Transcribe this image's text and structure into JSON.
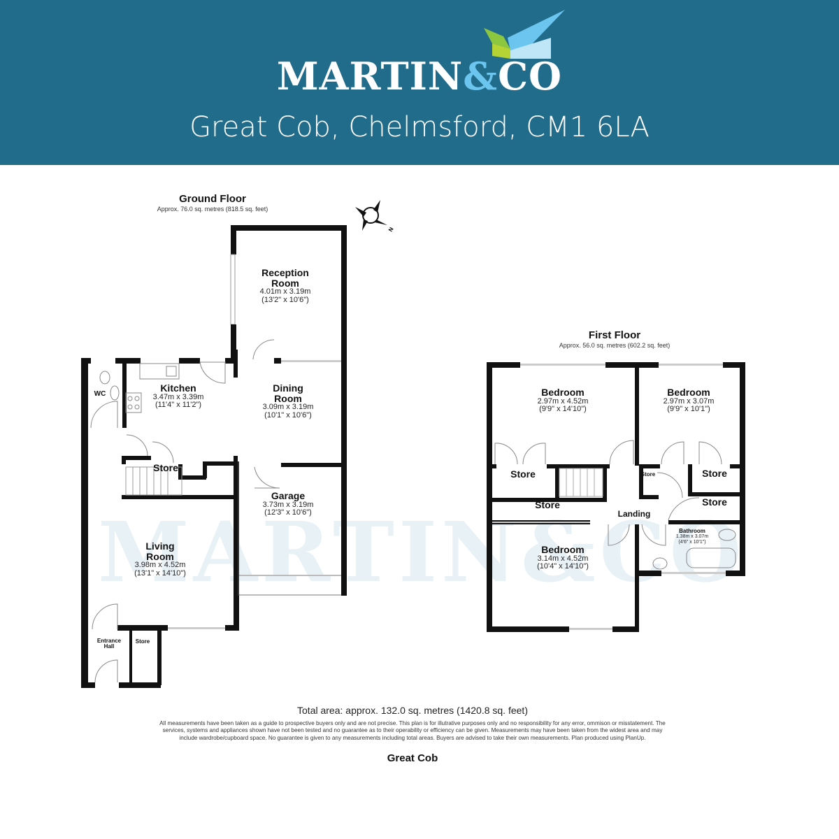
{
  "header": {
    "brand_main": "MARTIN",
    "brand_amp": "&",
    "brand_end": "CO",
    "address": "Great Cob, Chelmsford, CM1 6LA",
    "colors": {
      "banner": "#216b8b",
      "text": "#ffffff",
      "amp": "#6cc5ee",
      "logo_green": "#8dc63f",
      "logo_blue": "#6cc5ee"
    }
  },
  "watermark": "MARTIN&CO",
  "ground_floor": {
    "title": "Ground Floor",
    "area": "Approx. 76.0 sq. metres (818.5 sq. feet)",
    "rooms": [
      {
        "name": "Reception Room",
        "line1": "Reception",
        "line2": "Room",
        "metric": "4.01m x 3.19m",
        "imperial": "(13'2\" x 10'6\")"
      },
      {
        "name": "Kitchen",
        "line1": "Kitchen",
        "metric": "3.47m x 3.39m",
        "imperial": "(11'4\" x 11'2\")"
      },
      {
        "name": "Dining Room",
        "line1": "Dining",
        "line2": "Room",
        "metric": "3.09m x 3.19m",
        "imperial": "(10'1\" x 10'6\")"
      },
      {
        "name": "WC",
        "line1": "WC"
      },
      {
        "name": "Store",
        "line1": "Store"
      },
      {
        "name": "Garage",
        "line1": "Garage",
        "metric": "3.73m x 3.19m",
        "imperial": "(12'3\" x 10'6\")"
      },
      {
        "name": "Living Room",
        "line1": "Living",
        "line2": "Room",
        "metric": "3.98m x 4.52m",
        "imperial": "(13'1\" x 14'10\")"
      },
      {
        "name": "Entrance Hall",
        "line1": "Entrance",
        "line2": "Hall"
      },
      {
        "name": "Store",
        "line1": "Store"
      }
    ]
  },
  "first_floor": {
    "title": "First Floor",
    "area": "Approx. 56.0 sq. metres (602.2 sq. feet)",
    "rooms": [
      {
        "name": "Bedroom",
        "line1": "Bedroom",
        "metric": "2.97m x 4.52m",
        "imperial": "(9'9\" x 14'10\")"
      },
      {
        "name": "Bedroom",
        "line1": "Bedroom",
        "metric": "2.97m x 3.07m",
        "imperial": "(9'9\" x 10'1\")"
      },
      {
        "name": "Store",
        "line1": "Store"
      },
      {
        "name": "Store",
        "line1": "Store"
      },
      {
        "name": "Store",
        "line1": "Store"
      },
      {
        "name": "Store",
        "line1": "Store"
      },
      {
        "name": "Store",
        "line1": "Store"
      },
      {
        "name": "Landing",
        "line1": "Landing"
      },
      {
        "name": "Bathroom",
        "line1": "Bathroom",
        "metric": "1.38m x 3.07m",
        "imperial": "(4'6\" x 10'1\")"
      },
      {
        "name": "Bedroom",
        "line1": "Bedroom",
        "metric": "3.14m x 4.52m",
        "imperial": "(10'4\" x 14'10\")"
      }
    ]
  },
  "compass": {
    "icon": "compass-icon",
    "label": "N"
  },
  "footer": {
    "total_area": "Total area: approx. 132.0 sq. metres (1420.8 sq. feet)",
    "disclaimer": "All measurements have been taken as a guide to prospective buyers only and are not precise. This plan is for illutrative purposes only and no responsibility for any error, ommison or misstatement. The services, systems and appliances shown have not been tested and no guarantee as to their operability or efficiency can be given. Measurements may have been taken from the widest area and may include wardrobe/cupboard space. No guarantee is given to any measurements including total areas. Buyers are advised to take their own measurements. Plan produced using PlanUp.",
    "property_name": "Great Cob"
  }
}
